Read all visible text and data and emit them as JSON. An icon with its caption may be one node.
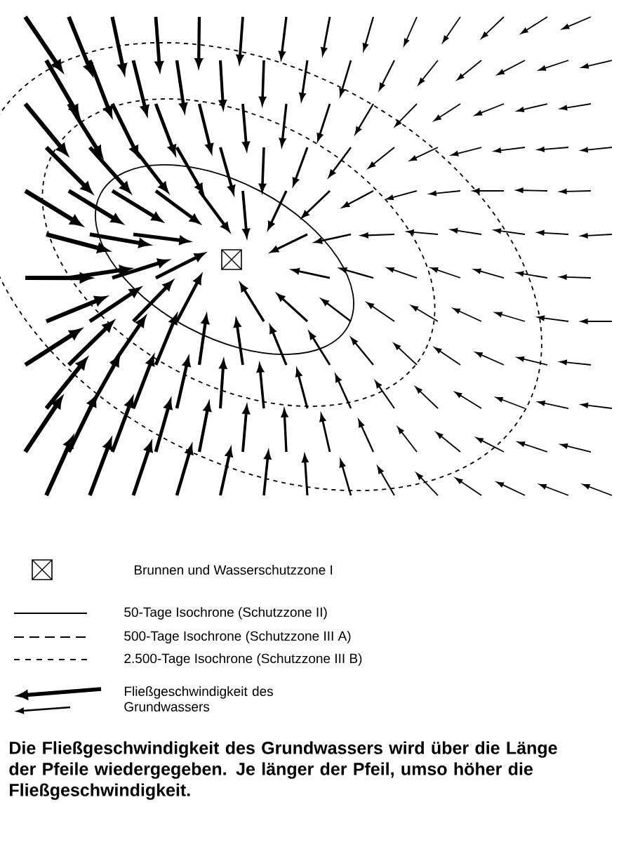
{
  "diagram": {
    "caption": "Die Fließgeschwindigkeit des Grundwassers wird über die Länge der Pfeile wiedergegeben. Je länger der Pfeil, umso höher die Fließgeschwindigkeit.",
    "legend": [
      {
        "text": "Brunnen und Wasserschutzzone I"
      },
      {
        "text": "50-Tage Isochrone (Schutzzone II)"
      },
      {
        "text": "500-Tage Isochrone (Schutzzone III A)"
      },
      {
        "text": "2.500-Tage Isochrone (Schutzzone III B)"
      },
      {
        "text": "Fließgeschwindigkeit des Grundwassers"
      }
    ]
  }
}
